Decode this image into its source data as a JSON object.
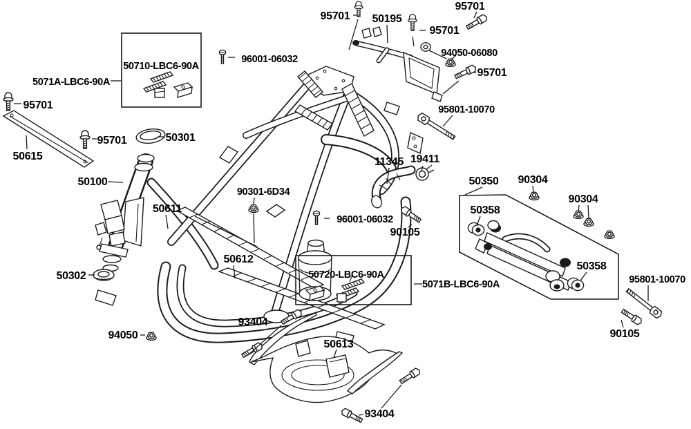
{
  "diagram": {
    "type": "exploded-parts-diagram",
    "subject": "scooter frame body and under covers",
    "background": "#ffffff",
    "line_color": "#1a1a1a",
    "text_color": "#000000",
    "labels": {
      "l_95701_tl": "95701",
      "l_50615": "50615",
      "l_95701_left2": "95701",
      "l_50301": "50301",
      "l_50100": "50100",
      "l_5071a": "5071A-LBC6-90A",
      "l_50710": "50710-LBC6-90A",
      "l_96001_top": "96001-06032",
      "l_95701_t1": "95701",
      "l_50195": "50195",
      "l_95701_t2": "95701",
      "l_95701_t3": "95701",
      "l_94050_06080": "94050-06080",
      "l_95701_t4": "95701",
      "l_95801_top": "95801-10070",
      "l_11345": "11345",
      "l_19411": "19411",
      "l_90301": "90301-6D34",
      "l_96001_mid": "96001-06032",
      "l_90105_mid": "90105",
      "l_50611": "50611",
      "l_50612": "50612",
      "l_50302": "50302",
      "l_94050": "94050",
      "l_93404_left": "93404",
      "l_50613": "50613",
      "l_93404_right": "93404",
      "l_50720": "50720-LBC6-90A",
      "l_5071b": "5071B-LBC6-90A",
      "l_50350": "50350",
      "l_90304_a": "90304",
      "l_90304_b": "90304",
      "l_50358_a": "50358",
      "l_50358_b": "50358",
      "l_95801_br": "95801-10070",
      "l_90105_br": "90105"
    }
  }
}
